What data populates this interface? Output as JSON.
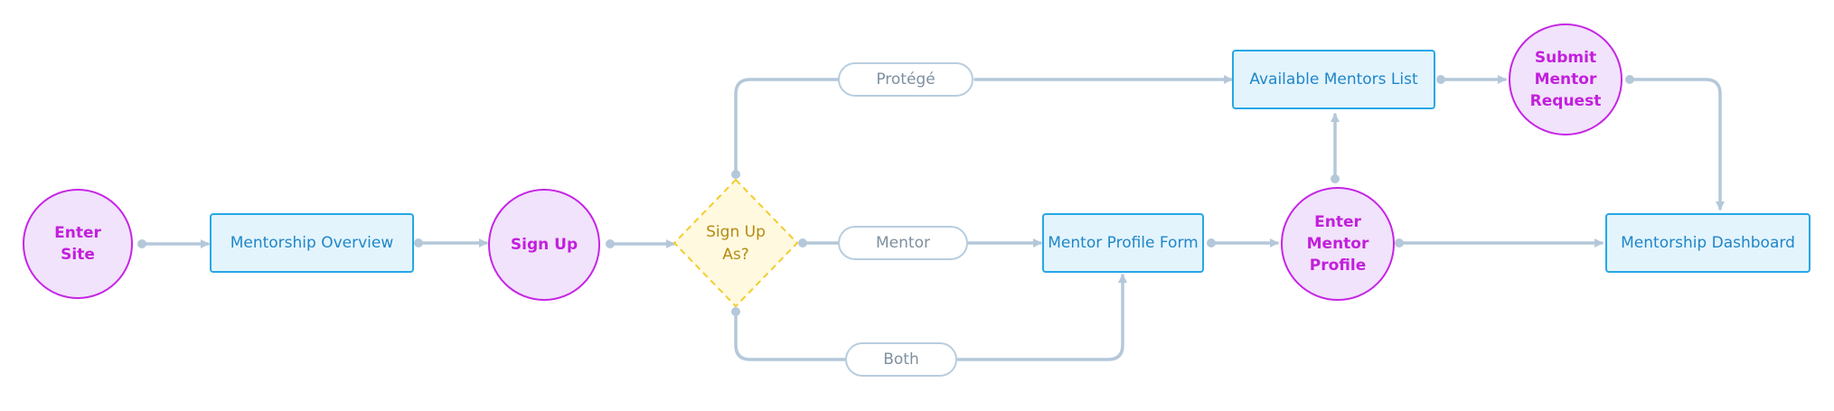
{
  "nodes": {
    "enter_site": "Enter\nSite",
    "mentorship_overview": "Mentorship Overview",
    "sign_up": "Sign Up",
    "sign_up_as": "Sign Up\nAs?",
    "available_mentors_list": "Available Mentors List",
    "submit_mentor_request": "Submit\nMentor\nRequest",
    "mentor_profile_form": "Mentor Profile Form",
    "enter_mentor_profile": "Enter\nMentor\nProfile",
    "mentorship_dashboard": "Mentorship Dashboard"
  },
  "edge_labels": {
    "protege": "Protégé",
    "mentor": "Mentor",
    "both": "Both"
  },
  "colors": {
    "connector": "#b4c8da",
    "circle_fill": "#f1e3fb",
    "circle_stroke": "#c625e6",
    "rect_fill": "#e3f4fd",
    "rect_stroke": "#27a7e6",
    "decision_fill": "#fff9df",
    "decision_stroke": "#f3cc2e"
  }
}
